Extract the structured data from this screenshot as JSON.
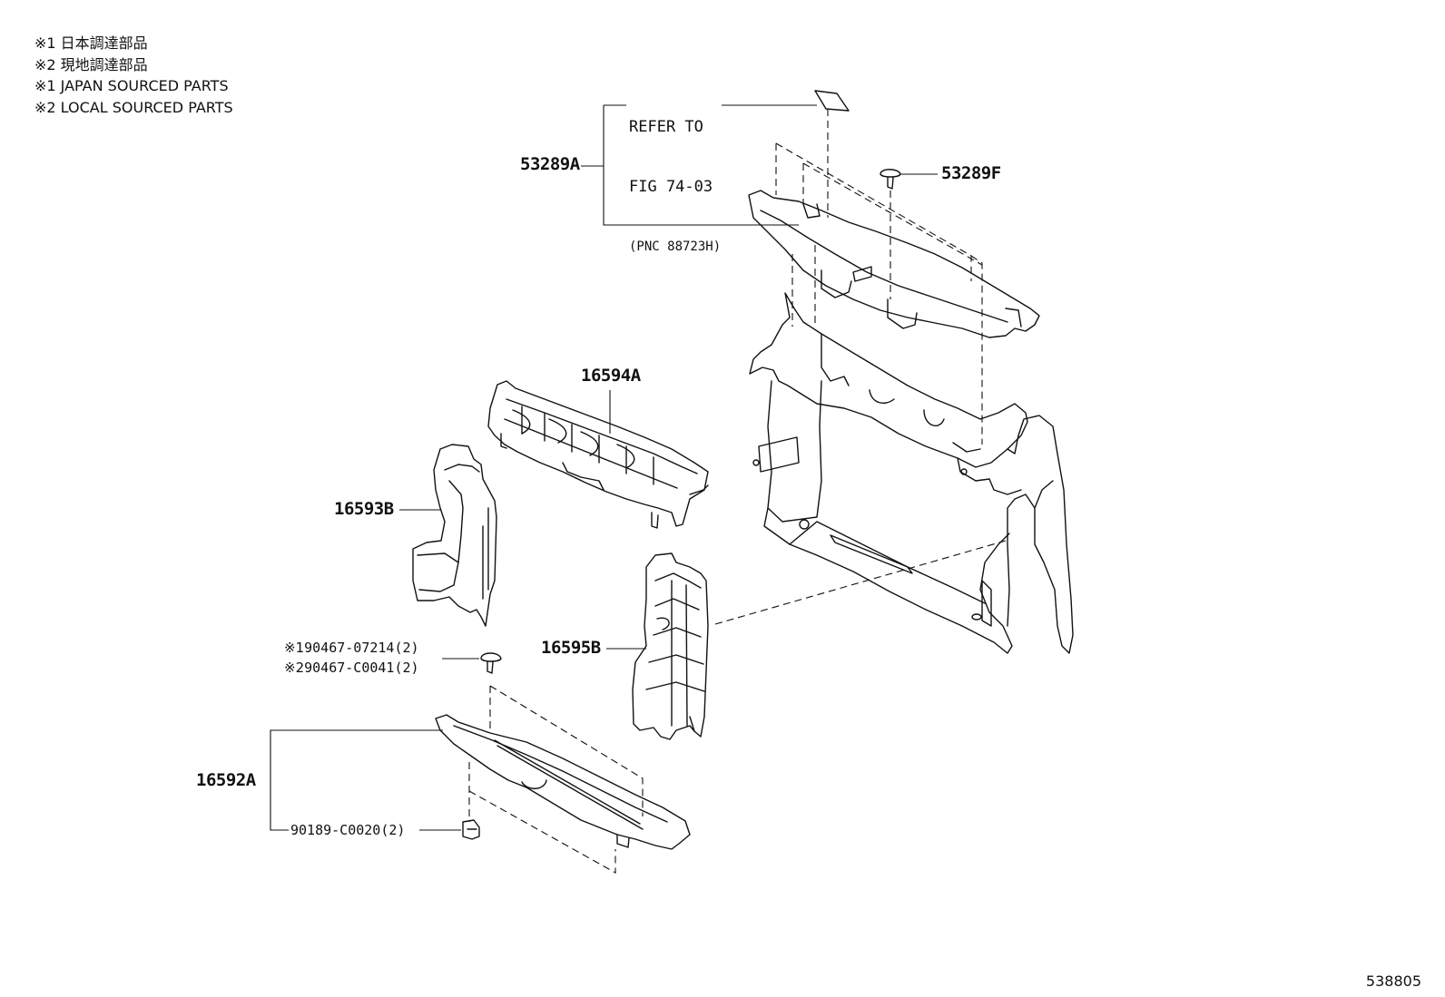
{
  "legend": [
    "※1 日本調達部品",
    "※2 現地調達部品",
    "※1 JAPAN SOURCED PARTS",
    "※2 LOCAL SOURCED PARTS"
  ],
  "refer": {
    "line1": "REFER TO",
    "line2": "FIG 74-03",
    "line3": "(PNC 88723H)"
  },
  "parts": {
    "p53289A": "53289A",
    "p53289F": "53289F",
    "p16594A": "16594A",
    "p16593B": "16593B",
    "p16595B": "16595B",
    "p16592A": "16592A",
    "clip1_mark": "※1",
    "clip1": "90467-07214(2)",
    "clip2_mark": "※2",
    "clip2": "90467-C0041(2)",
    "screw": "90189-C0020(2)"
  },
  "footer": {
    "id": "538805"
  }
}
